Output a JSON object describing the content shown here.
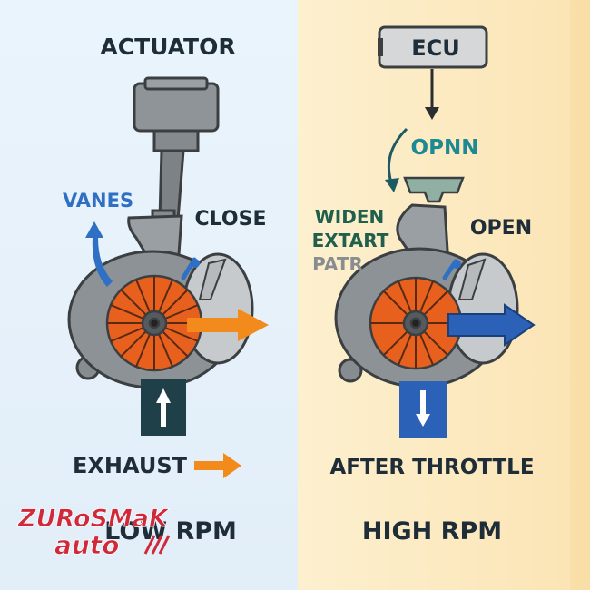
{
  "left_panel": {
    "title": "ACTUATOR",
    "vanes_label": "VANES",
    "close_label": "CLOSE",
    "exhaust_label": "EXHAUST",
    "footer": "LOW RPM"
  },
  "right_panel": {
    "ecu_label": "ECU",
    "open_top_label": "OPNN",
    "widen_label": "WIDEN",
    "extart_label": "EXTART",
    "patr_label": "PATR",
    "open_label": "OPEN",
    "after_throttle_label": "AFTER THROTTLE",
    "footer": "HIGH RPM"
  },
  "watermark": {
    "line1": "ZURoSMaK",
    "line2": "auto"
  },
  "colors": {
    "left_bg": "#e6f2fb",
    "right_bg": "#fcebc2",
    "turbo_gray": "#8d9296",
    "turbine_orange": "#e8601e",
    "arrow_orange": "#f28a1c",
    "arrow_blue": "#2f6fc4",
    "pipe_dark": "#1f3f49",
    "pipe_blue": "#2b62b8",
    "text_dark": "#1e2d38",
    "text_teal": "#1d8a93",
    "text_green": "#1f5f4c",
    "watermark_red": "#d02a3a"
  }
}
